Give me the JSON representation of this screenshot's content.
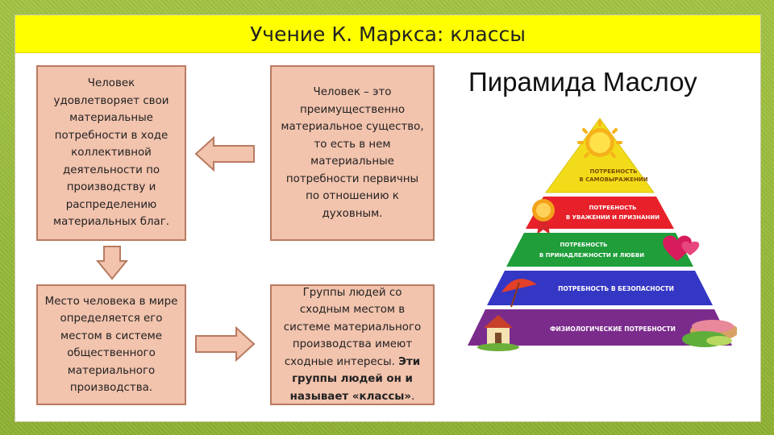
{
  "slide": {
    "title": "Учение К. Маркса: классы"
  },
  "boxes": {
    "top_left": "Человек удовлетворяет свои материальные потребности в ходе коллективной деятельности по производству и распределению материальных благ.",
    "top_right": "Человек – это преимущественно материальное существо, то есть в нем материальные потребности первичны по отношению к духовным.",
    "bottom_left": "Место человека в мире определяется его местом в системе общественного материального производства.",
    "bottom_right_plain": "Группы людей со сходным местом в системе материального производства имеют сходные интересы. ",
    "bottom_right_bold": "Эти группы людей он и называет «классы»",
    "bottom_right_end": "."
  },
  "maslow": {
    "title": "Пирамида Маслоу",
    "levels": [
      {
        "line1": "ПОТРЕБНОСТЬ",
        "line2": "В САМОВЫРАЖЕНИИ",
        "color": "#f2dc1a"
      },
      {
        "line1": "ПОТРЕБНОСТЬ",
        "line2": "В УВАЖЕНИИ И ПРИЗНАНИИ",
        "color": "#e8202a"
      },
      {
        "line1": "ПОТРЕБНОСТЬ",
        "line2": "В ПРИНАДЛЕЖНОСТИ И ЛЮБВИ",
        "color": "#1f9e3a"
      },
      {
        "line1": "ПОТРЕБНОСТЬ В БЕЗОПАСНОСТИ",
        "line2": "",
        "color": "#3436c4"
      },
      {
        "line1": "ФИЗИОЛОГИЧЕСКИЕ ПОТРЕБНОСТИ",
        "line2": "",
        "color": "#7b2b8c"
      }
    ]
  },
  "icons": [
    "sun-icon",
    "medal-icon",
    "heart-icon",
    "umbrella-icon",
    "house-icon",
    "sandwich-icon"
  ]
}
